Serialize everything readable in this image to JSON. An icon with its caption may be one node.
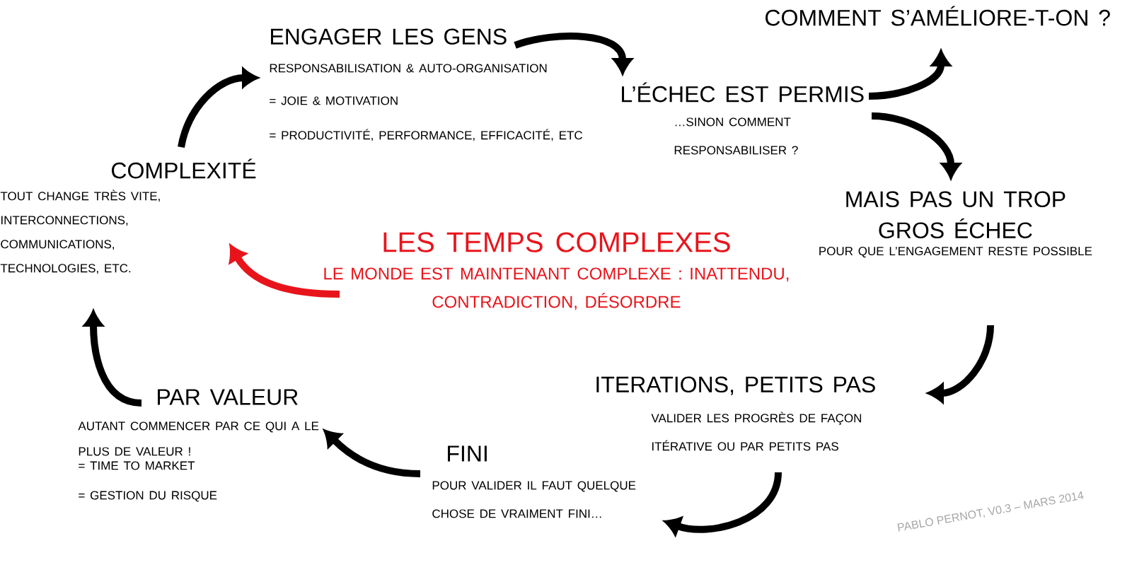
{
  "diagram": {
    "nodes": [
      {
        "text": [
          "COMPLEXITÉ",
          "TOUT CHANGE TRÈS VITE, INTERCONNECTIONS, COMMUNICATIONS, TECHNOLOGIES, ETC."
        ]
      },
      {
        "text": [
          "ENGAGER LES GENS",
          "RESPONSABILISATION & AUTO-ORGANISATION",
          "= JOIE & MOTIVATION",
          "= PRODUCTIVITÉ, PERFORMANCE, EFFICACITÉ, ETC"
        ]
      },
      {
        "text": [
          "L’ÉCHEC EST PERMIS",
          "…SINON COMMENT RESPONSABILISER ?"
        ]
      },
      {
        "text": [
          "COMMENT S’AMÉLIORE-T-ON ?"
        ]
      },
      {
        "text": [
          "MAIS PAS UN TROP GROS ÉCHEC",
          "POUR QUE L’ENGAGEMENT RESTE POSSIBLE"
        ]
      },
      {
        "text": [
          "ITERATIONS, PETITS PAS",
          "VALIDER LES PROGRÈS DE FAÇON ITÉRATIVE OU PAR PETITS PAS"
        ]
      },
      {
        "text": [
          "FINI",
          "POUR VALIDER IL FAUT QUELQUE CHOSE DE VRAIMENT FINI…"
        ]
      },
      {
        "text": [
          "PAR VALEUR",
          "AUTANT COMMENCER PAR CE QUI A LE PLUS DE VALEUR !",
          "= TIME TO MARKET",
          "= GESTION DU RISQUE"
        ]
      },
      {
        "text": [
          "LES TEMPS COMPLEXES",
          "LE MONDE EST MAINTENANT COMPLEXE : INATTENDU, CONTRADICTION, DÉSORDRE"
        ]
      }
    ],
    "edges": [
      {
        "from": 0,
        "to": 1,
        "arrow": "to"
      },
      {
        "from": 1,
        "to": 2,
        "arrow": "to"
      },
      {
        "from": 2,
        "to": 3,
        "arrow": "to"
      },
      {
        "from": 2,
        "to": 4,
        "arrow": "to"
      },
      {
        "from": 4,
        "to": 5,
        "arrow": "to"
      },
      {
        "from": 5,
        "to": 6,
        "arrow": "to"
      },
      {
        "from": 6,
        "to": 7,
        "arrow": "to"
      },
      {
        "from": 7,
        "to": 0,
        "arrow": "to"
      },
      {
        "from": 8,
        "to": 0,
        "arrow": "to",
        "color": "#e8141b"
      }
    ],
    "labels": [
      "PABLO PERNOT, V0.3 – MARS 2014"
    ]
  }
}
